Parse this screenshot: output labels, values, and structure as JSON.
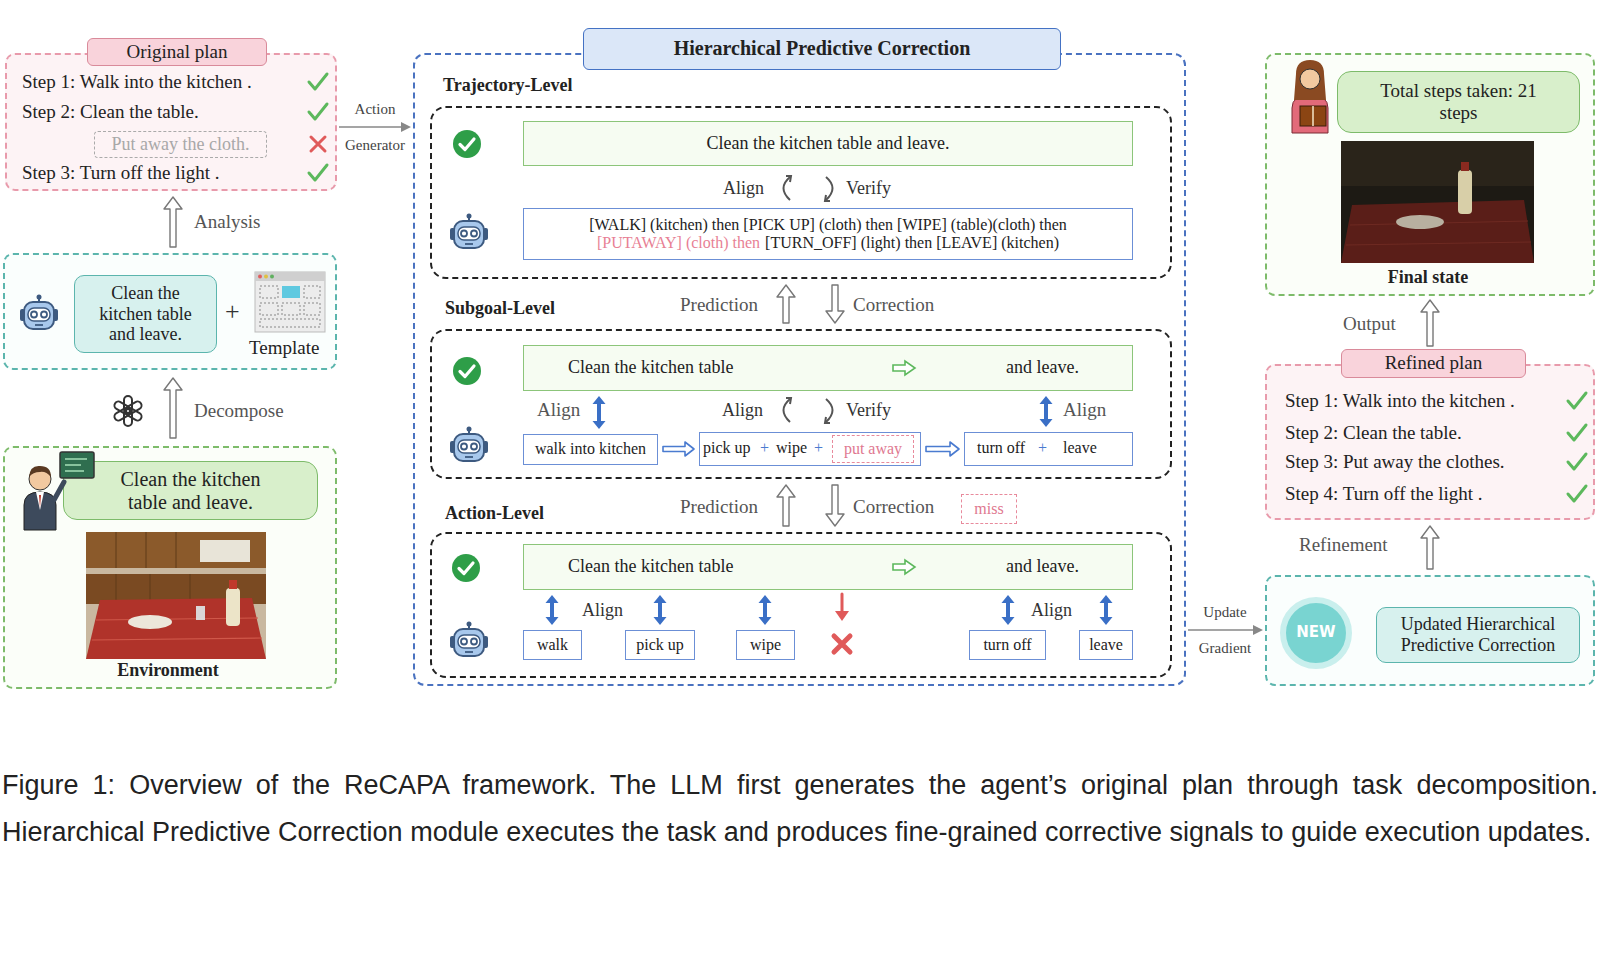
{
  "diagram": {
    "caption": "Figure 1: Overview of the ReCAPA framework. The LLM first generates the agent’s original plan through task decomposition. Hierarchical Predictive Correction module executes the task and produces fine-grained corrective signals to guide execution updates.",
    "nodes": [
      {
        "text": [
          "Original plan",
          "Step 1: Walk into the kitchen .",
          "Step 2: Clean the table.",
          "Step 3: Turn off the light ."
        ]
      },
      {
        "text": [
          "Put away the cloth."
        ],
        "in": 0
      },
      {
        "text": [
          "+",
          "Template"
        ]
      },
      {
        "text": [
          "Clean the kitchen table and leave."
        ],
        "in": 2
      },
      {
        "text": [
          "Environment"
        ]
      },
      {
        "text": [
          "Clean the kitchen table and leave."
        ],
        "in": 4
      },
      {
        "text": [
          "Hierarchical Predictive Correction"
        ]
      },
      {
        "text": [
          "Trajectory-Level"
        ],
        "in": 6
      },
      {
        "text": [
          "Clean the kitchen table and leave."
        ],
        "in": 7
      },
      {
        "text": [
          "[WALK] (kitchen) then [PICK UP] (cloth) then [WIPE] (table)(cloth) then",
          "[PUTAWAY] (cloth) then",
          "[TURN_OFF] (light) then [LEAVE] (kitchen)"
        ],
        "in": 7
      },
      {
        "text": [
          "Subgoal-Level"
        ],
        "in": 6
      },
      {
        "text": [
          "Clean the kitchen table",
          "and leave."
        ],
        "in": 10
      },
      {
        "text": [
          "walk into kitchen"
        ],
        "in": 10
      },
      {
        "text": [
          "pick up",
          "+",
          "wipe",
          "+"
        ],
        "in": 10
      },
      {
        "text": [
          "put away"
        ],
        "in": 13
      },
      {
        "text": [
          "turn off",
          "+",
          "leave"
        ],
        "in": 10
      },
      {
        "text": [
          "miss"
        ],
        "in": 6
      },
      {
        "text": [
          "Action-Level"
        ],
        "in": 6
      },
      {
        "text": [
          "Clean the kitchen table",
          "and leave."
        ],
        "in": 17
      },
      {
        "text": [
          "walk"
        ],
        "in": 17
      },
      {
        "text": [
          "pick up"
        ],
        "in": 17
      },
      {
        "text": [
          "wipe"
        ],
        "in": 17
      },
      {
        "text": [
          "turn off"
        ],
        "in": 17
      },
      {
        "text": [
          "leave"
        ],
        "in": 17
      },
      {
        "text": [
          "Final state"
        ]
      },
      {
        "text": [
          "Total steps taken: 21 steps"
        ],
        "in": 24
      },
      {
        "text": [
          "Refined plan",
          "Step 1: Walk into the kitchen .",
          "Step 2: Clean the table.",
          "Step 3: Put away the clothes.",
          "Step 4: Turn off the light ."
        ]
      },
      {
        "text": []
      },
      {
        "text": [
          "NEW"
        ],
        "in": 27
      },
      {
        "text": [
          "Updated Hierarchical Predictive Correction"
        ],
        "in": 27
      }
    ],
    "edges": [
      {
        "from": 4,
        "to": 2,
        "label": "Decompose",
        "arrow": "to"
      },
      {
        "from": 2,
        "to": 0,
        "label": "Analysis",
        "arrow": "to"
      },
      {
        "from": 0,
        "to": 6,
        "label": "Action Generator",
        "arrow": "to"
      },
      {
        "from": 10,
        "to": 7,
        "label": "Prediction",
        "arrow": "to"
      },
      {
        "from": 7,
        "to": 10,
        "label": "Correction",
        "arrow": "to"
      },
      {
        "from": 11,
        "to": 12,
        "label": "Align",
        "arrow": "both"
      },
      {
        "from": 11,
        "to": 15,
        "label": "Align",
        "arrow": "both"
      },
      {
        "from": 12,
        "to": 13,
        "arrow": "to"
      },
      {
        "from": 13,
        "to": 15,
        "arrow": "to"
      },
      {
        "from": 17,
        "to": 10,
        "label": "Prediction",
        "arrow": "to"
      },
      {
        "from": 10,
        "to": 17,
        "label": "Correction",
        "arrow": "to"
      },
      {
        "from": 18,
        "to": 19,
        "arrow": "both"
      },
      {
        "from": 18,
        "to": 20,
        "arrow": "both"
      },
      {
        "from": 18,
        "to": 21,
        "arrow": "both"
      },
      {
        "from": 18,
        "to": 22,
        "arrow": "both"
      },
      {
        "from": 18,
        "to": 23,
        "arrow": "both"
      },
      {
        "from": 6,
        "to": 27,
        "label": "Update Gradient",
        "arrow": "to"
      },
      {
        "from": 27,
        "to": 26,
        "label": "Refinement",
        "arrow": "to"
      },
      {
        "from": 26,
        "to": 24,
        "label": "Output",
        "arrow": "to"
      }
    ],
    "labels": [
      "Align",
      "Verify",
      "Align",
      "Verify",
      "Align",
      "Align"
    ]
  }
}
